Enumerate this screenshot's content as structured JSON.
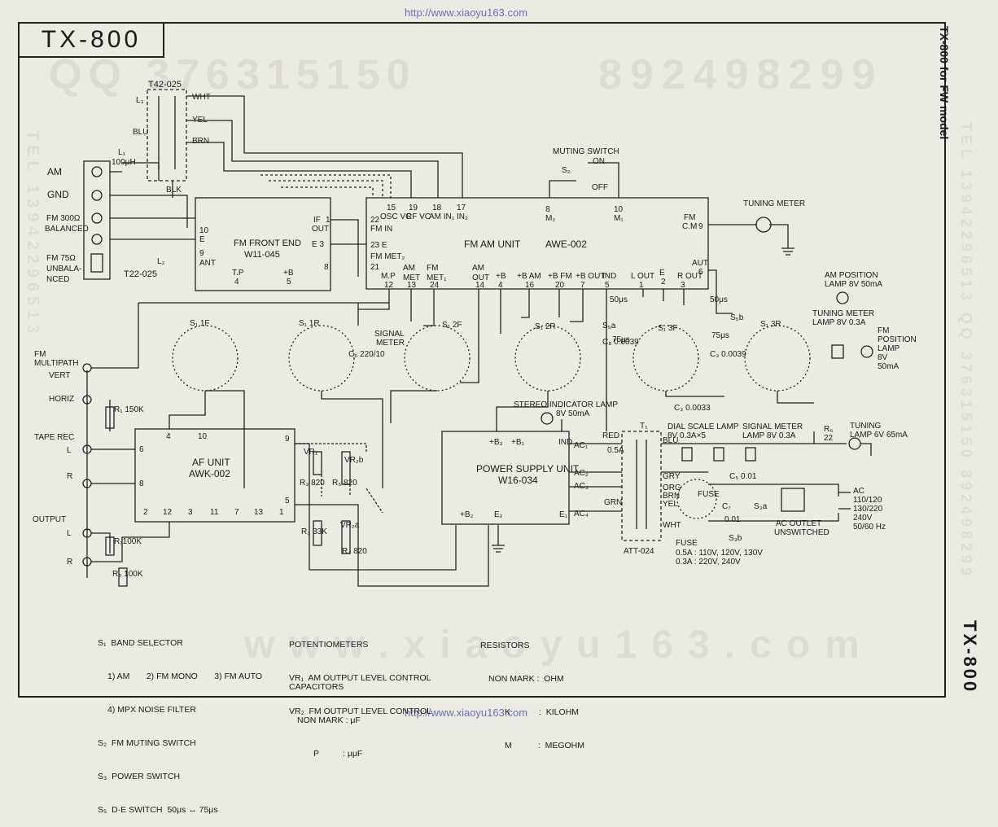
{
  "header": {
    "top_url": "http://www.xiaoyu163.com",
    "bottom_url": "http://www.xiaoyu163.com",
    "title": "TX-800",
    "side_title": "TX-800 for FW model",
    "side_model": "TX-800"
  },
  "watermarks": {
    "qq": "QQ 376315150",
    "num": "892498299",
    "tel_left": "TEL 13942296513",
    "tel_right": "TEL 13942296513 QQ 376315150 892498299",
    "www": "www.xiaoyu163.com"
  },
  "antenna": {
    "am": "AM",
    "gnd": "GND",
    "fm300": "FM 300Ω",
    "balanced": "BALANCED",
    "fm75": "FM 75Ω",
    "unbalanced": "UNBALA-",
    "nced": "NCED",
    "l1": "L₁",
    "l1_val": "100μH",
    "l2": "L₂",
    "t22": "T22-025"
  },
  "t42": {
    "name": "T42-025",
    "l3": "L₃",
    "wht": "WHT",
    "yel": "YEL",
    "brn": "BRN",
    "blu": "BLU",
    "blk": "BLK"
  },
  "front_end": {
    "title": "FM FRONT END",
    "model": "W11-045",
    "p10": "10",
    "e": "E",
    "p9": "9",
    "ant": "ANT",
    "tp": "T.P",
    "p4": "4",
    "b": "+B",
    "p5": "5",
    "if_out": "IF",
    "out": "OUT",
    "p1": "1",
    "e3": "E  3",
    "p8": "8"
  },
  "fm_am_unit": {
    "title": "FM AM UNIT",
    "model": "AWE-002",
    "p22": "22",
    "fm_in": "FM IN",
    "p23": "23 E",
    "fm_met": "FM MET₂",
    "p21": "21",
    "p15": "15",
    "osc_vc": "OSC VC",
    "p19": "19",
    "rf_vc": "RF VC",
    "p18": "18",
    "am_in1": "AM IN₁",
    "p17": "17",
    "in2": "IN₂",
    "p8": "8",
    "m2": "M₂",
    "p10": "10",
    "m1": "M₁",
    "fm": "FM",
    "cm": "C.M",
    "p9": "9",
    "aut": "AUT",
    "p6": "6",
    "bottom_labels": [
      "M.P",
      "AM MET",
      "FM MET₁",
      "AM OUT",
      "+B",
      "+B AM",
      "+B FM",
      "+B OUT",
      "IND",
      "L OUT",
      "E",
      "R OUT"
    ],
    "bottom_pins": [
      "12",
      "13",
      "24",
      "14",
      "4",
      "16",
      "20",
      "7",
      "5",
      "1",
      "2",
      "3"
    ]
  },
  "muting": {
    "title": "MUTING SWITCH",
    "on": "ON",
    "off": "OFF",
    "s2": "S₂"
  },
  "tuning_meter": {
    "title": "TUNING METER"
  },
  "switches": {
    "s1_1f": "S₁ 1F",
    "s1_1r": "S₁ 1R",
    "s1_2f": "S₁ 2F",
    "s1_2r": "S₁ 2R",
    "s1_3f": "S₁ 3F",
    "s1_3r": "S₁ 3R",
    "signal_meter": "SIGNAL",
    "meter": "METER",
    "c6": "C₆ 220/10",
    "c8": "C₈ 0.0039",
    "c3": "C₃ 0.0039",
    "c3b": "C₃ 0.0033",
    "us50": "50μs",
    "us75": "75μs",
    "s5a": "S₅a",
    "s5b": "S₅b",
    "us50b": "50μs",
    "us75b": "75μs"
  },
  "lamps": {
    "am_pos": "AM POSITION",
    "am_pos_val": "LAMP 8V 50mA",
    "tuning_meter_lamp": "TUNING METER",
    "tuning_meter_val": "LAMP 8V 0.3A",
    "fm_pos": "FM",
    "fm_pos2": "POSITION",
    "fm_pos3": "LAMP",
    "fm_pos4": "8V",
    "fm_pos5": "50mA",
    "stereo": "STEREO INDICATOR LAMP",
    "stereo_val": "8V 50mA",
    "dial": "DIAL SCALE LAMP",
    "dial_val": "8V 0.3A×5",
    "sig": "SIGNAL METER",
    "sig_val": "LAMP 8V 0.3A",
    "r6": "R₆",
    "r6_val": "22",
    "tuning": "TUNING",
    "tuning_val": "LAMP 6V 65mA"
  },
  "left_io": {
    "fm_multipath": "FM",
    "multipath": "MULTIPATH",
    "vert": "VERT",
    "horiz": "HORIZ",
    "tape_rec": "TAPE REC",
    "l": "L",
    "r": "R",
    "output": "OUTPUT",
    "l2": "L",
    "r2": "R",
    "r1": "R₁ 150K",
    "r7": "R₇100K",
    "r8": "R₈ 100K"
  },
  "af_unit": {
    "title": "AF UNIT",
    "model": "AWK-002",
    "pins_top": [
      "4",
      "10",
      "9"
    ],
    "pins_left": [
      "6",
      "8"
    ],
    "pins_bottom": [
      "2",
      "12",
      "3",
      "11",
      "7",
      "13",
      "1"
    ],
    "p5": "5",
    "vr1": "VR₁",
    "r3": "R₃ 820",
    "r5": "R₅ 820",
    "vr2b": "VR₂b",
    "r3b": "R₃ 33K",
    "vr2a": "VR₂a",
    "r4": "R₄ 820"
  },
  "power": {
    "title": "POWER SUPPLY UNIT",
    "model": "W16-034",
    "b3": "+B₃",
    "b1": "+B₁",
    "ind": "IND",
    "ac1": "AC₁",
    "ac2": "AC₂",
    "ac3": "AC₃",
    "ac4": "AC₄",
    "b2": "+B₂",
    "e2": "E₂",
    "e1": "E₁",
    "t1": "T₁",
    "att": "ATT-024",
    "red": "RED",
    "blu": "BLU",
    "gry": "GRY",
    "grn": "GRN",
    "yel": "YEL",
    "wht": "WHT",
    "brn": "BRN",
    "org": "ORG",
    "fuse_a": "0.5A",
    "c5": "C₅ 0.01",
    "c7": "C₇",
    "c7v": "0.01",
    "s3a": "S₃a",
    "s3b": "S₃b",
    "fuse": "FUSE",
    "ac_outlet": "AC OUTLET",
    "unswitched": "UNSWITCHED",
    "ac": "AC",
    "ac_v1": "110/120",
    "ac_v2": "130/220",
    "ac_v3": "240V",
    "ac_v4": "50/60 Hz",
    "fuse_note1": "FUSE",
    "fuse_note2": "0.5A : 110V, 120V, 130V",
    "fuse_note3": "0.3A : 220V, 240V"
  },
  "legend": {
    "s1": "S₁  BAND SELECTOR",
    "s1_l1": "1) AM       2) FM MONO       3) FM AUTO",
    "s1_l2": "4) MPX NOISE FILTER",
    "s2": "S₂  FM MUTING SWITCH",
    "s3": "S₃  POWER SWITCH",
    "s5": "S₅  D·E SWITCH  50μs ↔ 75μs",
    "pot": "POTENTIOMETERS",
    "vr1": "VR₁  AM OUTPUT LEVEL CONTROL",
    "vr2": "VR₂  FM OUTPUT LEVEL CONTROL",
    "cap": "CAPACITORS",
    "cap1": "NON MARK : μF",
    "cap2": "P          : μμF",
    "res": "RESISTORS",
    "res1": "NON MARK :  OHM",
    "res2": "K            :  KILOHM",
    "res3": "M           :  MEGOHM"
  }
}
